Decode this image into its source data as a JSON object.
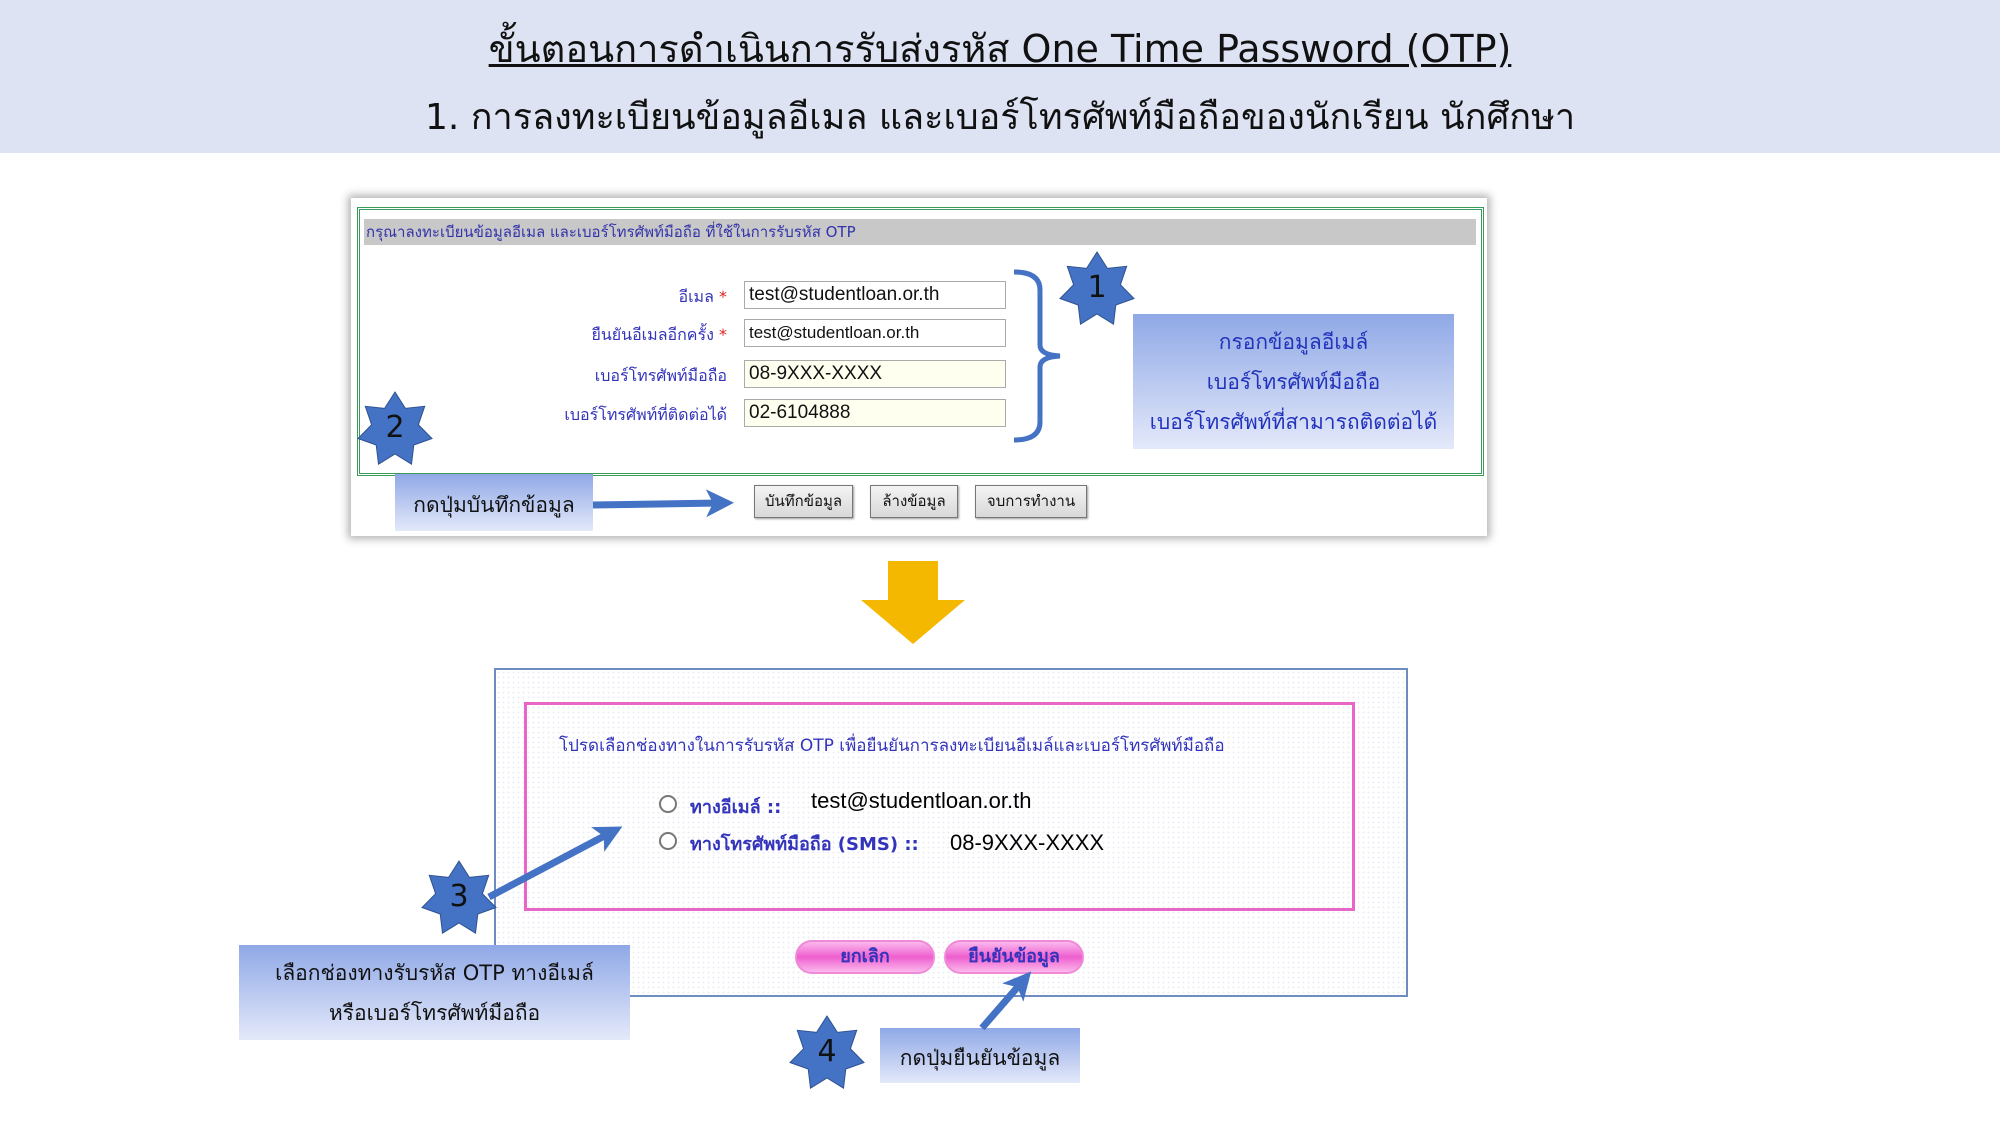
{
  "header": {
    "title": "ขั้นตอนการดำเนินการรับส่งรหัส One Time Password (OTP)",
    "subtitle": "1. การลงทะเบียนข้อมูลอีเมล และเบอร์โทรศัพท์มือถือของนักเรียน นักศึกษา"
  },
  "form": {
    "heading": "กรุณาลงทะเบียนข้อมูลอีเมล และเบอร์โทรศัพท์มือถือ ที่ใช้ในการรับรหัส OTP",
    "required_mark": "*",
    "fields": [
      {
        "label": "อีเมล",
        "value": "test@studentloan.or.th"
      },
      {
        "label": "ยืนยันอีเมลอีกครั้ง",
        "value": "test@studentloan.or.th"
      },
      {
        "label": "เบอร์โทรศัพท์มือถือ",
        "value": "08-9XXX-XXXX"
      },
      {
        "label": "เบอร์โทรศัพท์ที่ติดต่อได้",
        "value": "02-6104888"
      }
    ],
    "buttons": {
      "save": "บันทึกข้อมูล",
      "clear": "ล้างข้อมูล",
      "exit": "จบการทำงาน"
    }
  },
  "callouts": {
    "step1_num": "1",
    "step1_lines": [
      "กรอกข้อมูลอีเมล์",
      "เบอร์โทรศัพท์มือถือ",
      "เบอร์โทรศัพท์ที่สามารถติดต่อได้"
    ],
    "step2_num": "2",
    "step2_text": "กดปุ่มบันทึกข้อมูล",
    "step3_num": "3",
    "step3_lines": [
      "เลือกช่องทางรับรหัส OTP ทางอีเมล์",
      "หรือเบอร์โทรศัพท์มือถือ"
    ],
    "step4_num": "4",
    "step4_text": "กดปุ่มยืนยันข้อมูล"
  },
  "otp": {
    "instruction": "โปรดเลือกช่องทางในการรับรหัส OTP เพื่อยืนยันการลงทะเบียนอีเมล์และเบอร์โทรศัพท์มือถือ",
    "options": [
      {
        "label": "ทางอีเมล์ ::",
        "value": "test@studentloan.or.th"
      },
      {
        "label": "ทางโทรศัพท์มือถือ (SMS) ::",
        "value": "08-9XXX-XXXX"
      }
    ],
    "cancel": "ยกเลิก",
    "confirm": "ยืนยันข้อมูล"
  },
  "colors": {
    "accent": "#4472c4",
    "arrow_down": "#f5b800",
    "header_bg": "#dde3f3"
  }
}
